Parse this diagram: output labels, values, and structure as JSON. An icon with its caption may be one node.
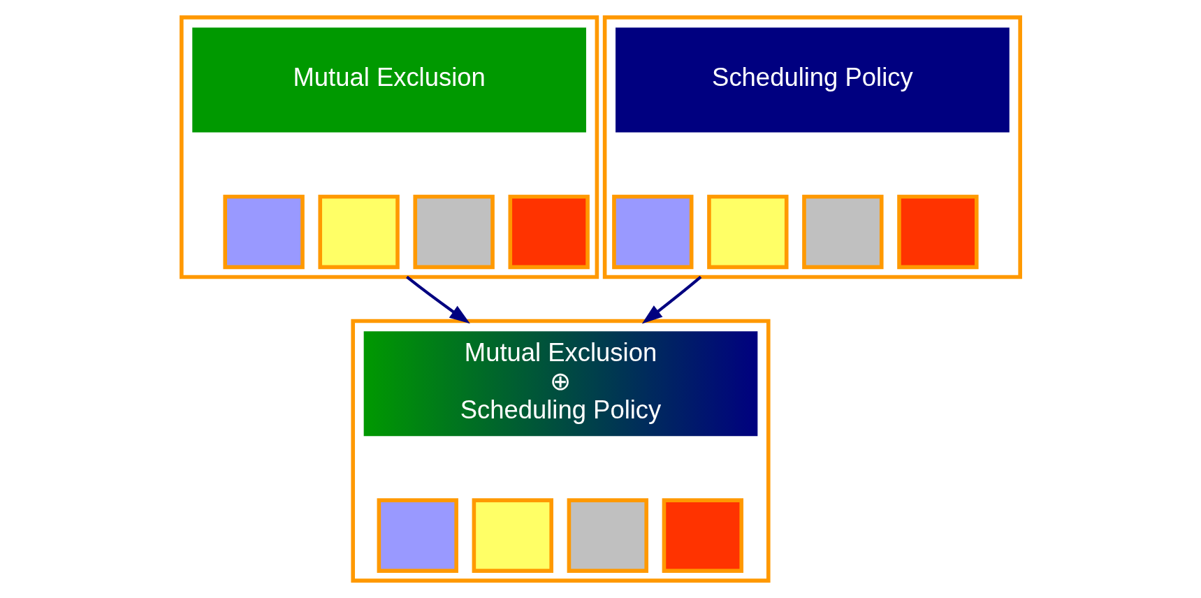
{
  "diagram": {
    "nodes": [
      {
        "text": [],
        "shape": "box"
      },
      {
        "text": [
          "Mutual Exclusion"
        ],
        "in": 0
      },
      {
        "text": [],
        "shape": "box",
        "in": 0
      },
      {
        "text": [],
        "shape": "box",
        "in": 0
      },
      {
        "text": [],
        "shape": "box",
        "in": 0
      },
      {
        "text": [],
        "shape": "box",
        "in": 0
      },
      {
        "text": [],
        "shape": "box"
      },
      {
        "text": [
          "Scheduling Policy"
        ],
        "in": 6
      },
      {
        "text": [],
        "shape": "box",
        "in": 6
      },
      {
        "text": [],
        "shape": "box",
        "in": 6
      },
      {
        "text": [],
        "shape": "box",
        "in": 6
      },
      {
        "text": [],
        "shape": "box",
        "in": 6
      },
      {
        "text": [],
        "shape": "box"
      },
      {
        "text": [
          "Mutual Exclusion ⊕ Scheduling Policy"
        ],
        "in": 12
      },
      {
        "text": [],
        "shape": "box",
        "in": 12
      },
      {
        "text": [],
        "shape": "box",
        "in": 12
      },
      {
        "text": [],
        "shape": "box",
        "in": 12
      },
      {
        "text": [],
        "shape": "box",
        "in": 12
      }
    ],
    "edges": [
      {
        "from": 0,
        "to": 12,
        "arrow": "to"
      },
      {
        "from": 6,
        "to": 12,
        "arrow": "to"
      }
    ]
  }
}
